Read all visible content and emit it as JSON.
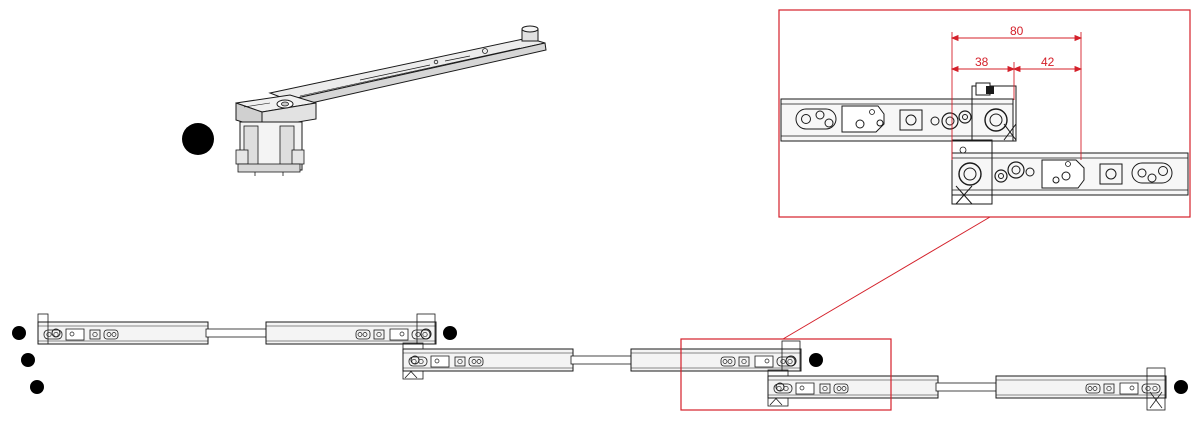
{
  "colors": {
    "line": "#1a1a1a",
    "accent": "#d4202a",
    "fill_light": "#f2f2f2",
    "fill_mid": "#d9d9d9",
    "dot": "#000000"
  },
  "dimensions": {
    "total": "80",
    "left": "38",
    "right": "42"
  },
  "icons": [
    "stay-arm-3d-illustration",
    "bullet-dot-icon",
    "profile-rail",
    "detail-callout"
  ]
}
